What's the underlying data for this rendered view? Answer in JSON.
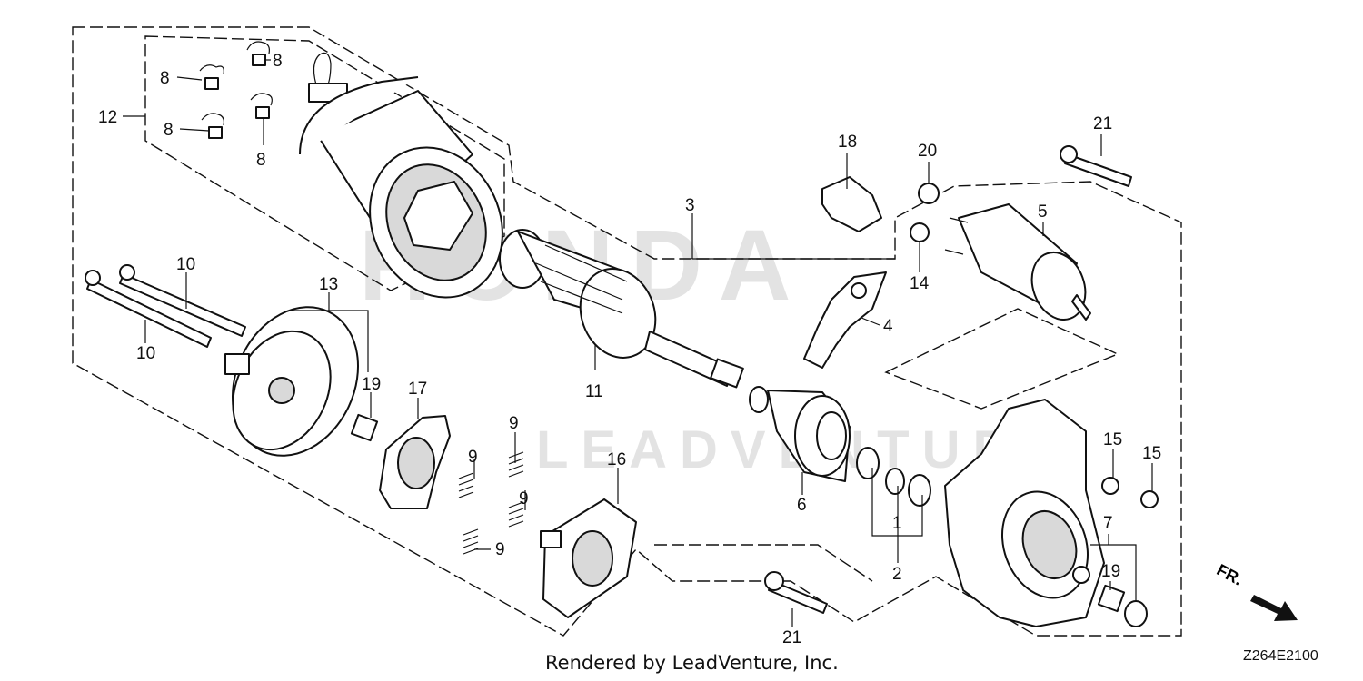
{
  "watermark": {
    "brand": "HONDA",
    "vendor": "LEADVENTURE"
  },
  "callouts": {
    "c1": "1",
    "c2": "2",
    "c3": "3",
    "c4": "4",
    "c5": "5",
    "c6": "6",
    "c7": "7",
    "c8a": "8",
    "c8b": "8",
    "c8c": "8",
    "c8d": "8",
    "c9a": "9",
    "c9b": "9",
    "c9c": "9",
    "c9d": "9",
    "c10a": "10",
    "c10b": "10",
    "c11": "11",
    "c12": "12",
    "c13": "13",
    "c14": "14",
    "c15a": "15",
    "c15b": "15",
    "c16": "16",
    "c17": "17",
    "c18": "18",
    "c19a": "19",
    "c19b": "19",
    "c20": "20",
    "c21a": "21",
    "c21b": "21"
  },
  "direction_label": "FR.",
  "footer": "Rendered by LeadVenture, Inc.",
  "diagram_code": "Z264E2100"
}
